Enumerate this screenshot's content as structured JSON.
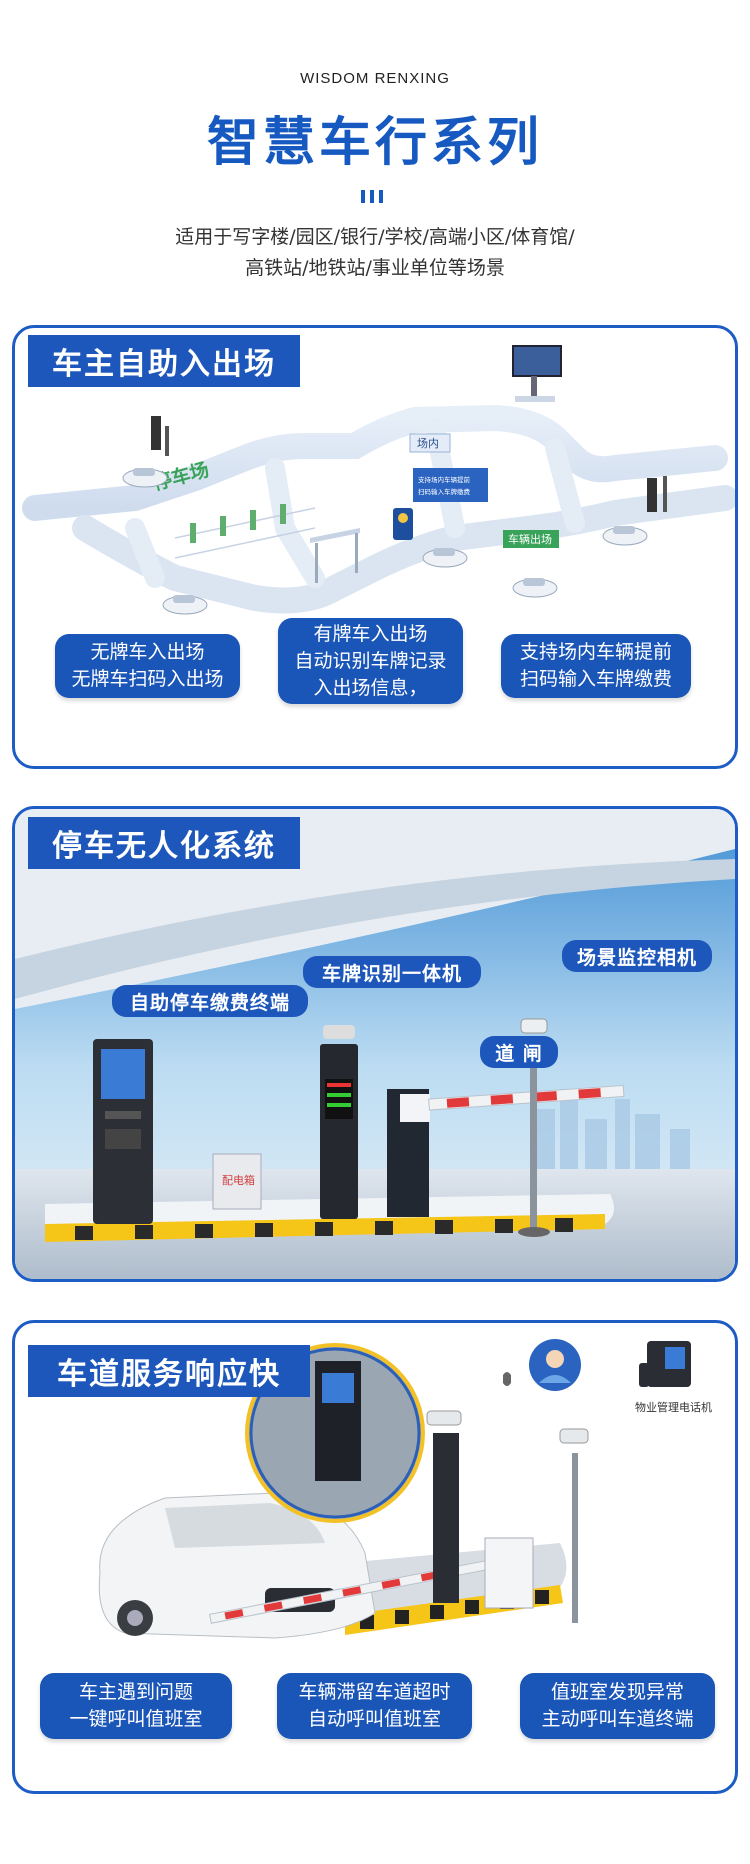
{
  "header": {
    "brand_en": "WISDOM RENXING",
    "title": "智慧车行系列",
    "subtitle_line1": "适用于写字楼/园区/银行/学校/高端小区/体育馆/",
    "subtitle_line2": "高铁站/地铁站/事业单位等场景"
  },
  "section1": {
    "title": "车主自助入出场",
    "map_labels": {
      "parking": "停车场",
      "entry": "场内",
      "prepay": "支持场内车辆提前扫码输入车牌缴费",
      "exit": "车辆出场"
    },
    "features": [
      {
        "line1": "无牌车入出场",
        "line2": "无牌车扫码入出场",
        "line3": ""
      },
      {
        "line1": "有牌车入出场",
        "line2": "自动识别车牌记录",
        "line3": "入出场信息，"
      },
      {
        "line1": "支持场内车辆提前",
        "line2": "扫码输入车牌缴费",
        "line3": ""
      }
    ]
  },
  "section2": {
    "title": "停车无人化系统",
    "labels": {
      "terminal": "自助停车缴费终端",
      "lpr": "车牌识别一体机",
      "camera": "场景监控相机",
      "gate": "道 闸",
      "box": "配电箱"
    }
  },
  "section3": {
    "title": "车道服务响应快",
    "phone_label": "物业管理电话机",
    "features": [
      {
        "line1": "车主遇到问题",
        "line2": "一键呼叫值班室"
      },
      {
        "line1": "车辆滞留车道超时",
        "line2": "自动呼叫值班室"
      },
      {
        "line1": "值班室发现异常",
        "line2": "主动呼叫车道终端"
      }
    ]
  },
  "colors": {
    "primary": "#1659c0",
    "badge": "#1d57bb",
    "border": "#1d5cc5"
  }
}
